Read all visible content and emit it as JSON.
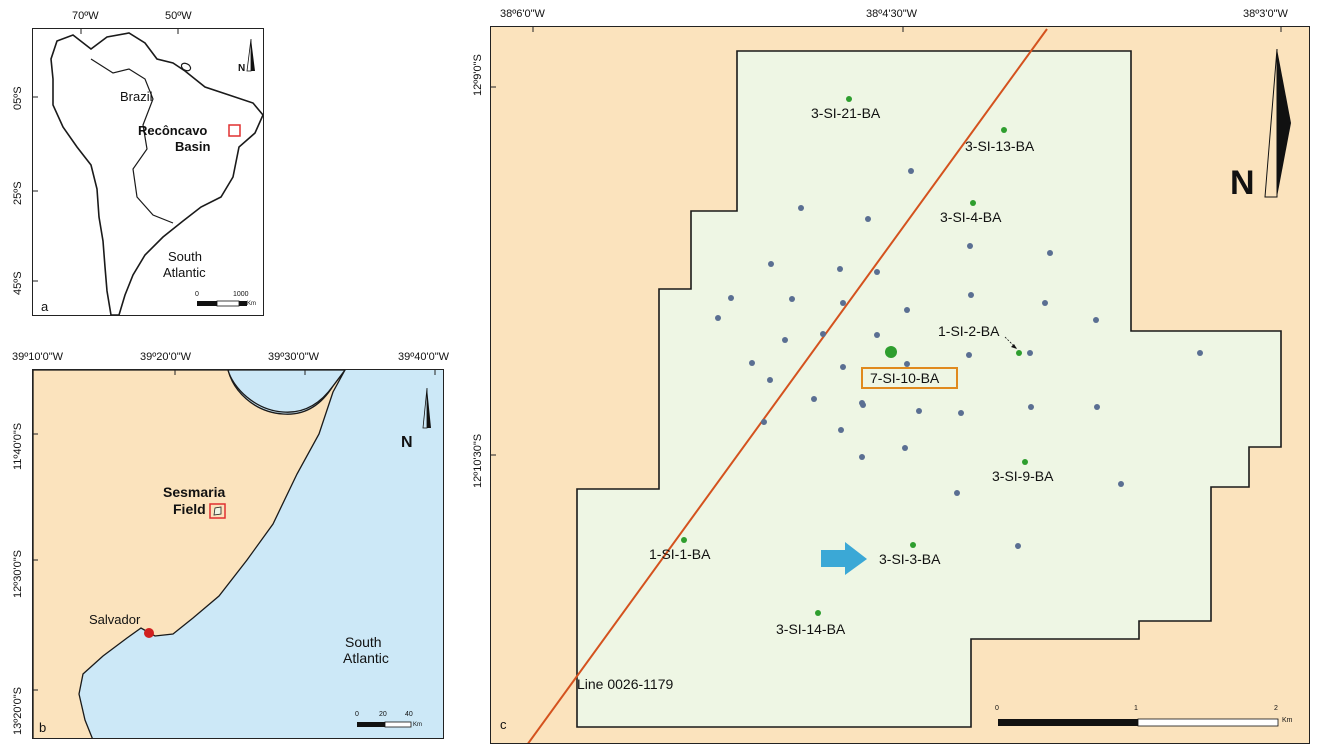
{
  "panel_a": {
    "letter": "a",
    "lon_ticks": [
      "70ºW",
      "50ºW"
    ],
    "lat_ticks": [
      "05ºS",
      "25ºS",
      "45ºS"
    ],
    "labels": {
      "country": "Brazil",
      "basin_line1": "Recôncavo",
      "basin_line2": "Basin",
      "ocean_line1": "South",
      "ocean_line2": "Atlantic"
    },
    "north": "N",
    "scale": [
      "0",
      "1000",
      "Km"
    ],
    "colors": {
      "land": "#ffffff",
      "outline": "#1a1a1a",
      "highlight": "#e03030"
    }
  },
  "panel_b": {
    "letter": "b",
    "lon_ticks": [
      "39º10'0\"W",
      "39º20'0\"W",
      "39º30'0\"W",
      "39º40'0\"W"
    ],
    "lat_ticks": [
      "11º40'0\"S",
      "12º30'0\"S",
      "13º20'0\"S"
    ],
    "labels": {
      "field_line1": "Sesmaria",
      "field_line2": "Field",
      "city": "Salvador",
      "ocean_line1": "South",
      "ocean_line2": "Atlantic"
    },
    "north": "N",
    "scale": [
      "0",
      "20",
      "40",
      "Km"
    ],
    "colors": {
      "land": "#fbe3bd",
      "sea": "#cce8f7",
      "city": "#d02020",
      "highlight": "#e03030"
    }
  },
  "panel_c": {
    "letter": "c",
    "lon_ticks": [
      "38º6'0\"W",
      "38º4'30\"W",
      "38º3'0\"W"
    ],
    "lat_ticks": [
      "12º9'0\"S",
      "12º10'30\"S"
    ],
    "line_label": "Line 0026-1179",
    "north": "N",
    "scale": [
      "0",
      "1",
      "2",
      "Km"
    ],
    "highlight_well": "7-SI-10-BA",
    "wells": [
      "3-SI-21-BA",
      "3-SI-13-BA",
      "3-SI-4-BA",
      "1-SI-2-BA",
      "3-SI-9-BA",
      "1-SI-1-BA",
      "3-SI-3-BA",
      "3-SI-14-BA"
    ],
    "colors": {
      "background": "#fbe3bd",
      "field": "#eef6e4",
      "seismic_line": "#d4521e",
      "well_green": "#2e9e2e",
      "well_blue": "#5a6f92",
      "arrow": "#3ba8d6",
      "box": "#e08a1e"
    }
  }
}
